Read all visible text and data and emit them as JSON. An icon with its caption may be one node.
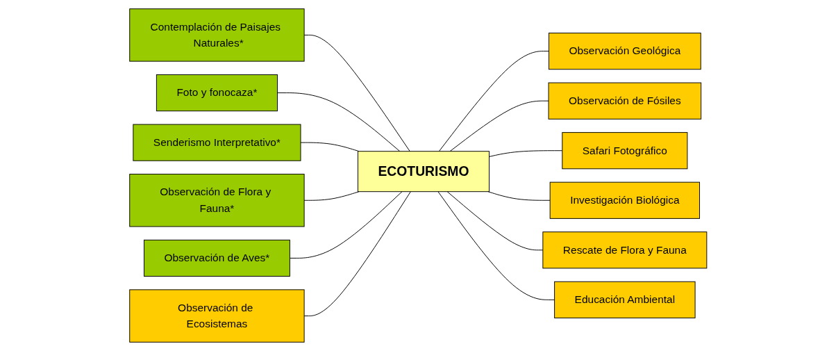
{
  "diagram": {
    "nodes": [
      {
        "text": [
          "Contemplación de Paisajes  Naturales*"
        ]
      },
      {
        "text": [
          "Foto y fonocaza*"
        ]
      },
      {
        "text": [
          "Observación Geológica"
        ]
      },
      {
        "text": [
          "Observación de Fósiles"
        ]
      },
      {
        "text": [
          "Senderismo Interpretativo*"
        ]
      },
      {
        "text": [
          "Safari Fotográfico"
        ]
      },
      {
        "text": [
          "ECOTURISMO"
        ]
      },
      {
        "text": [
          "Observación de Flora y Fauna*"
        ]
      },
      {
        "text": [
          "Investigación Biológica"
        ]
      },
      {
        "text": [
          "Observación de Aves*"
        ]
      },
      {
        "text": [
          "Observación de Ecosistemas"
        ]
      },
      {
        "text": [
          "Rescate de Flora y Fauna"
        ]
      },
      {
        "text": [
          "Educación Ambiental"
        ]
      }
    ],
    "edges": [
      {
        "from": 0,
        "to": 6,
        "arrow": "none"
      },
      {
        "from": 1,
        "to": 6,
        "arrow": "none"
      },
      {
        "from": 6,
        "to": 2,
        "arrow": "none"
      },
      {
        "from": 6,
        "to": 3,
        "arrow": "none"
      },
      {
        "from": 4,
        "to": 6,
        "arrow": "none"
      },
      {
        "from": 6,
        "to": 5,
        "arrow": "none"
      },
      {
        "from": 7,
        "to": 6,
        "arrow": "none"
      },
      {
        "from": 6,
        "to": 8,
        "arrow": "none"
      },
      {
        "from": 9,
        "to": 6,
        "arrow": "none"
      },
      {
        "from": 10,
        "to": 6,
        "arrow": "none"
      },
      {
        "from": 6,
        "to": 11,
        "arrow": "none"
      },
      {
        "from": 6,
        "to": 12,
        "arrow": "none"
      }
    ]
  }
}
